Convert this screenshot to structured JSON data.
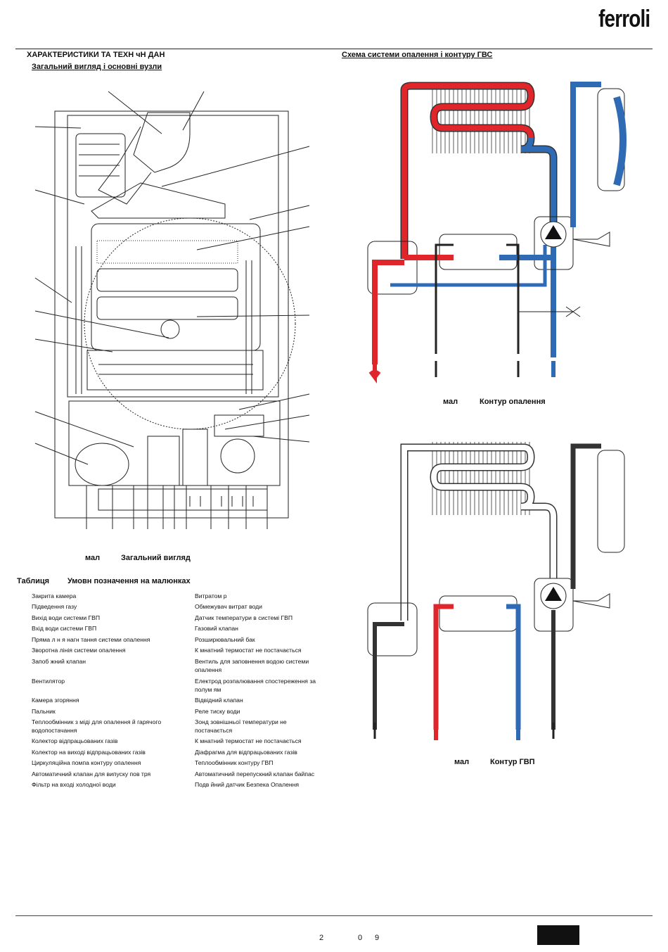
{
  "brand": {
    "logo": "ferroli"
  },
  "header": {
    "left_title": "ХАРАКТЕРИСТИКИ ТА ТЕХН чН  ДАН",
    "left_subtitle": "Загальний вигляд і основні вузли",
    "right_title": "Схема системи опалення і  контуру ГВС"
  },
  "figures": {
    "general_view": {
      "fig_label": "мал",
      "caption": "Загальний вигляд"
    },
    "heating_circuit": {
      "fig_label": "мал",
      "caption": "Контур опалення"
    },
    "dhw_circuit": {
      "fig_label": "мал",
      "caption": "Контур ГВП"
    }
  },
  "table": {
    "title": "Таблиця",
    "subtitle": "Умовн  позначення на малюнках",
    "left_column": [
      "Закрита камера",
      "Підведення газу",
      "Вихід води системи ГВП",
      "Вхід води системи ГВП",
      "Пряма л н я  нагн тання  системи опалення",
      "Зворотна лінія системи опалення",
      "Запоб жний клапан",
      "Вентилятор",
      "Камера згоряння",
      "Пальник",
      "Теплообмінник з міді для опалення й гарячого водопостачання",
      "Колектор відпрацьованих газів",
      "Колектор на виході відпрацьованих газів",
      "Циркуляційна помпа контуру опалення",
      "Автоматичний клапан для випуску пов тря",
      "Фільтр на вході холодної води"
    ],
    "right_column": [
      "Витратом р",
      "Обмежувач витрат води",
      "Датчик температури в системі ГВП",
      "Газовий клапан",
      "Розширювальний бак",
      "К мнатний термостат  не постачається",
      "Вентиль для заповнення водою системи опалення",
      "Електрод розпалювання  спостереження за полум ям",
      "Відвідний клапан",
      "Реле тиску води",
      "Зонд зовнішньої температури  не постачається",
      "К мнатний термостат  не постачається",
      "Діафрагма для відпрацьованих газів",
      "Теплообмінник контуру ГВП",
      "Автоматичний перепускний клапан  байпас",
      "Подв йний датчик  Безпека    Опалення"
    ]
  },
  "footer": {
    "page_left": "2",
    "page_mid": "0",
    "page_right": "9"
  },
  "colors": {
    "hot": "#e0262b",
    "cold": "#2f6bb5",
    "return_purple": "#8a4a8c",
    "inactive": "#ffffff",
    "ink": "#111111"
  }
}
